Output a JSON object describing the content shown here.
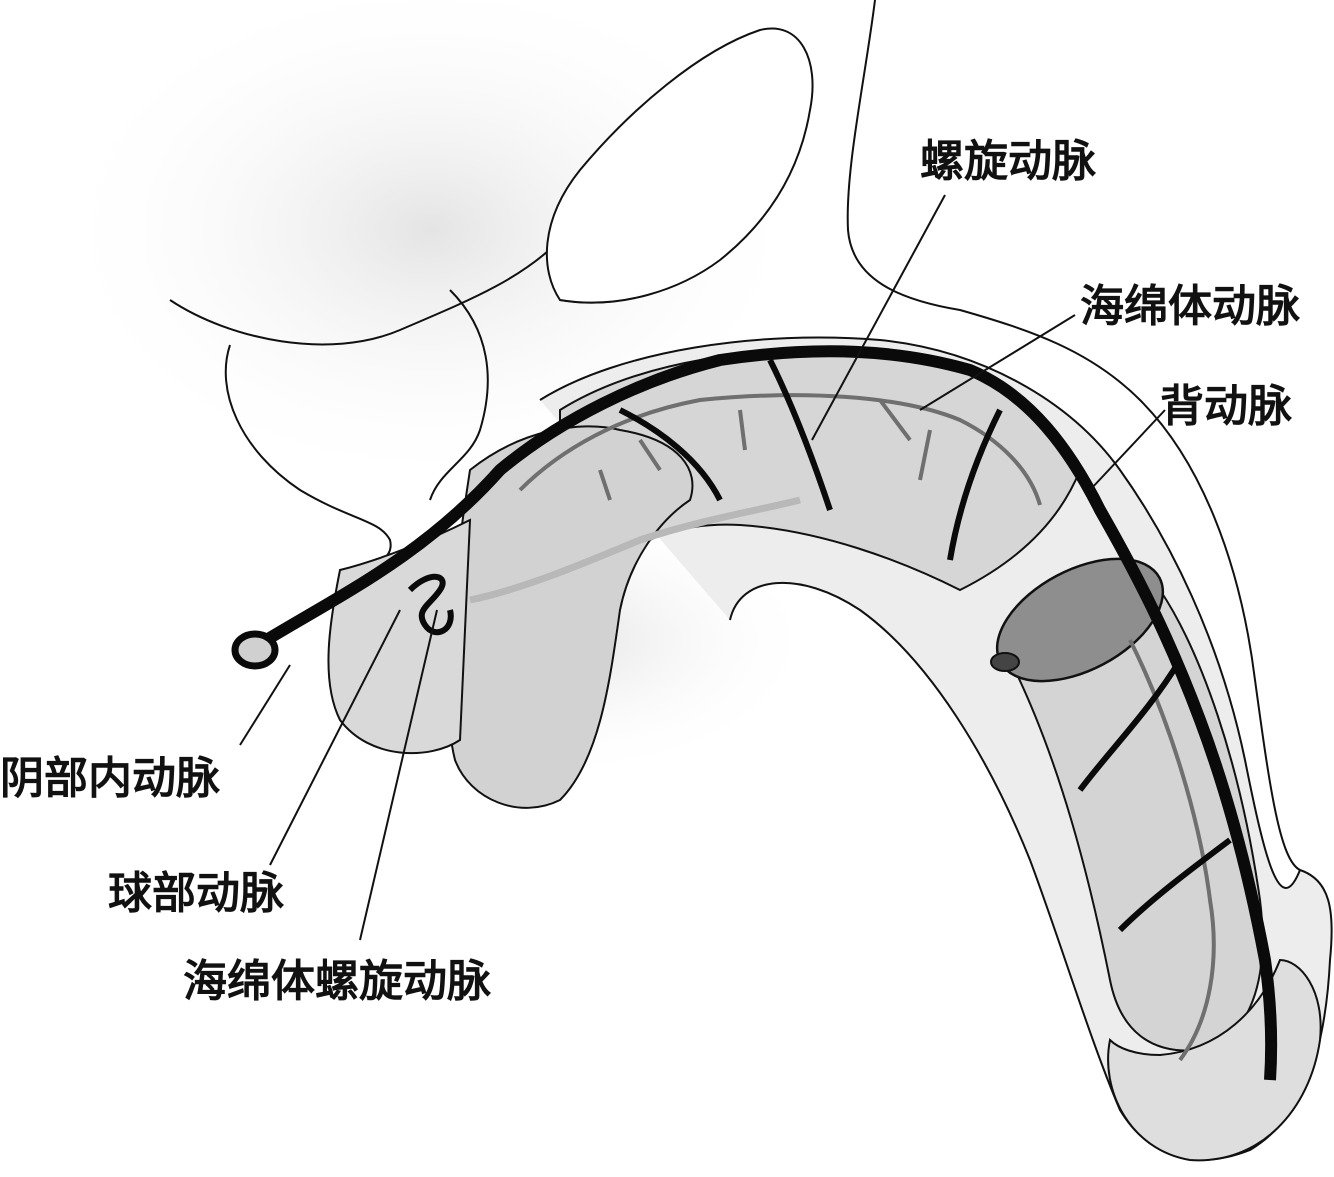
{
  "labels": {
    "spiral_artery": "螺旋动脉",
    "cavernous_artery": "海绵体动脉",
    "dorsal_artery": "背动脉",
    "internal_pudendal_artery": "阴部内动脉",
    "bulbar_artery": "球部动脉",
    "cavernous_helicine_artery": "海绵体螺旋动脉"
  },
  "colors": {
    "outline": "#111111",
    "tissue_light": "#dcdcdc",
    "tissue_mid": "#c8c8c8",
    "vessel_main": "#0a0a0a",
    "vessel_branch": "#6a6a6a"
  }
}
